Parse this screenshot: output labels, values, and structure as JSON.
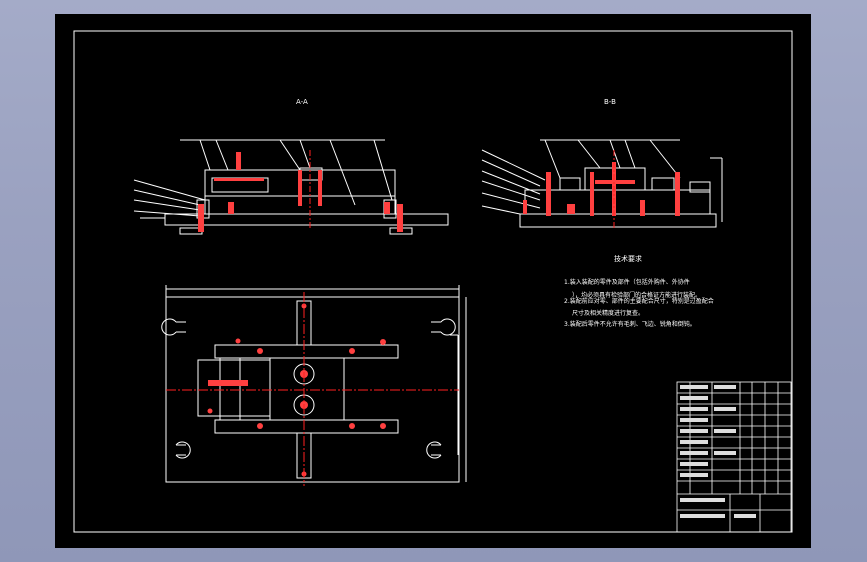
{
  "drawing": {
    "view_aa_title": "A-A",
    "view_bb_title": "B-B",
    "tech_req": {
      "title": "技术要求",
      "lines": [
        "1.装入装配的零件及部件（包括外购件、外协件",
        "），均必须具有检验部门的合格证方能进行装配。",
        "2.装配前应对零、部件的主要配合尺寸，特别是过盈配合",
        "尺寸及相关精度进行复查。",
        "3.装配后零件不允许有毛刺、飞边、锐角和倒钝。"
      ]
    },
    "colors": {
      "sheet": "#000000",
      "outline": "#ffffff",
      "centerline": "#ff2020",
      "part_fill": "#ff4040",
      "dim": "#ffffff"
    }
  }
}
